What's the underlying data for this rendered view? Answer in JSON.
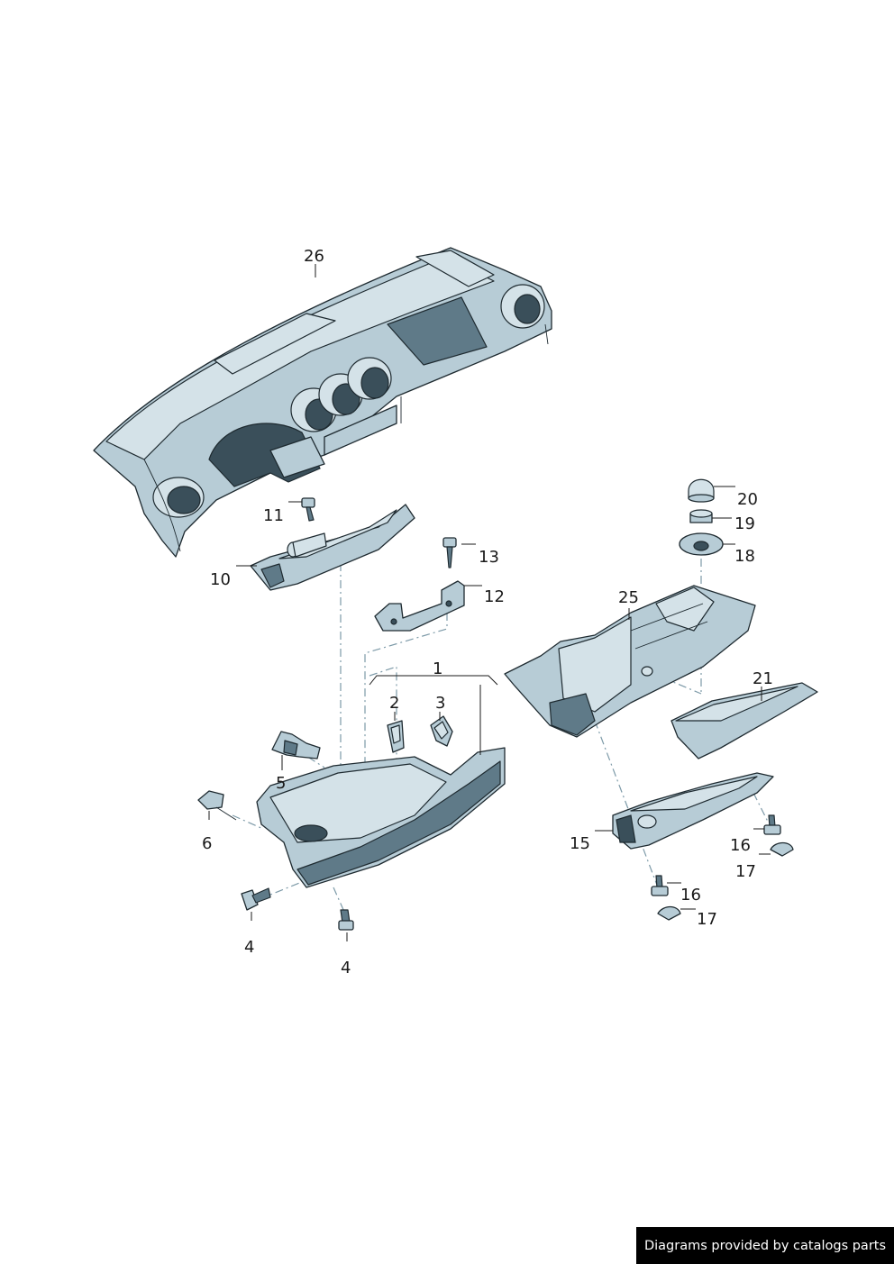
{
  "diagram": {
    "callouts": [
      "26",
      "11",
      "10",
      "13",
      "12",
      "20",
      "19",
      "18",
      "25",
      "1",
      "21",
      "2",
      "3",
      "5",
      "6",
      "4",
      "4",
      "15",
      "16",
      "17",
      "16",
      "17"
    ]
  },
  "footer": {
    "text": "Diagrams provided by catalogs parts"
  }
}
